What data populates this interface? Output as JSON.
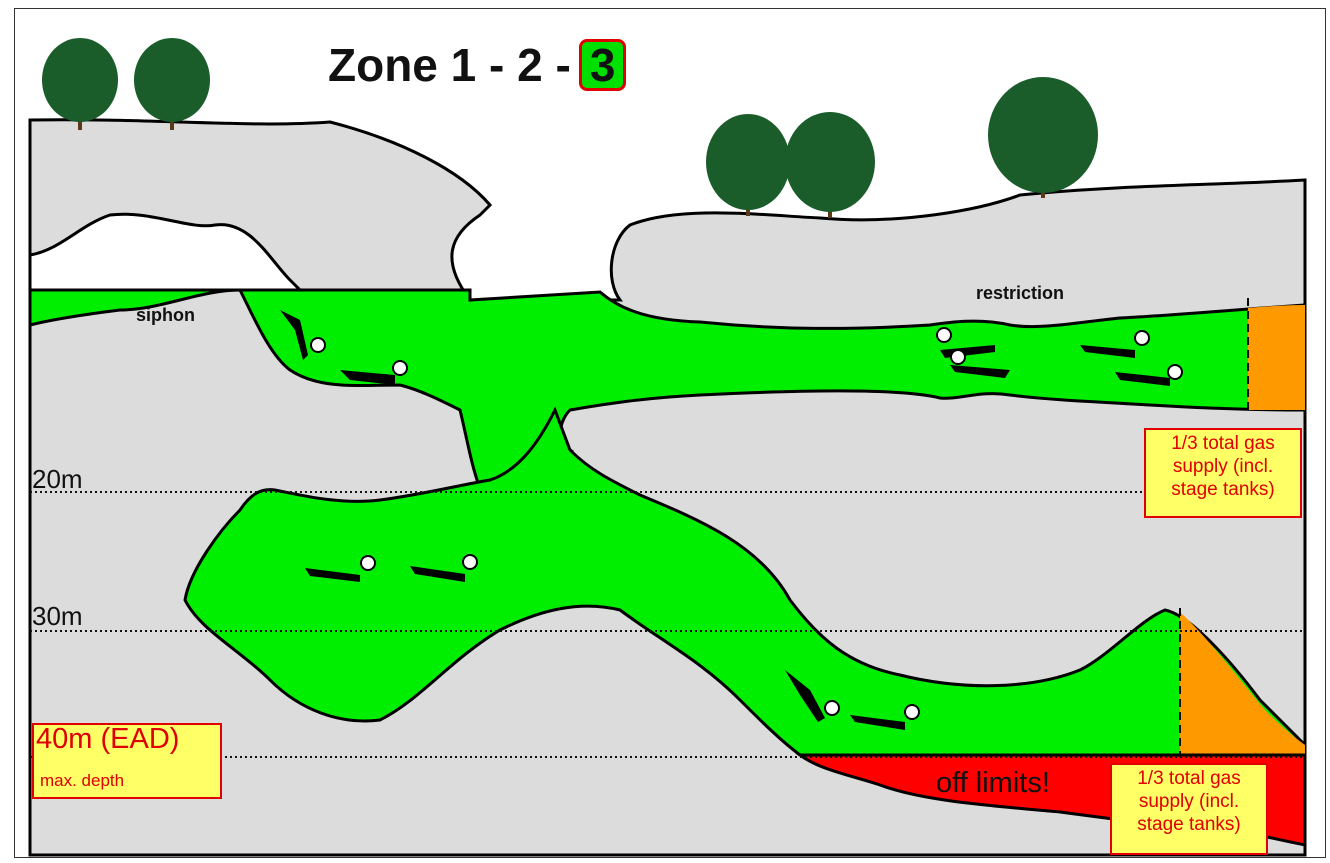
{
  "title": {
    "prefix": "Zone  1 -  2 -",
    "current_zone": "3"
  },
  "labels": {
    "siphon": "siphon",
    "restriction": "restriction",
    "off_limits": "off limits!"
  },
  "depths": {
    "d20": "20m",
    "d30": "30m",
    "ead": "40m (EAD)",
    "max_depth": "max. depth"
  },
  "gas_notes": {
    "upper": "1/3 total gas supply (incl. stage tanks)",
    "lower": "1/3 total gas supply (incl. stage tanks)"
  },
  "colors": {
    "rock": "#dcdcdc",
    "water": "#00ee00",
    "reserve": "#ff9900",
    "off_limits": "#ff0000",
    "note_bg": "#ffff66",
    "note_text": "#e00000"
  }
}
